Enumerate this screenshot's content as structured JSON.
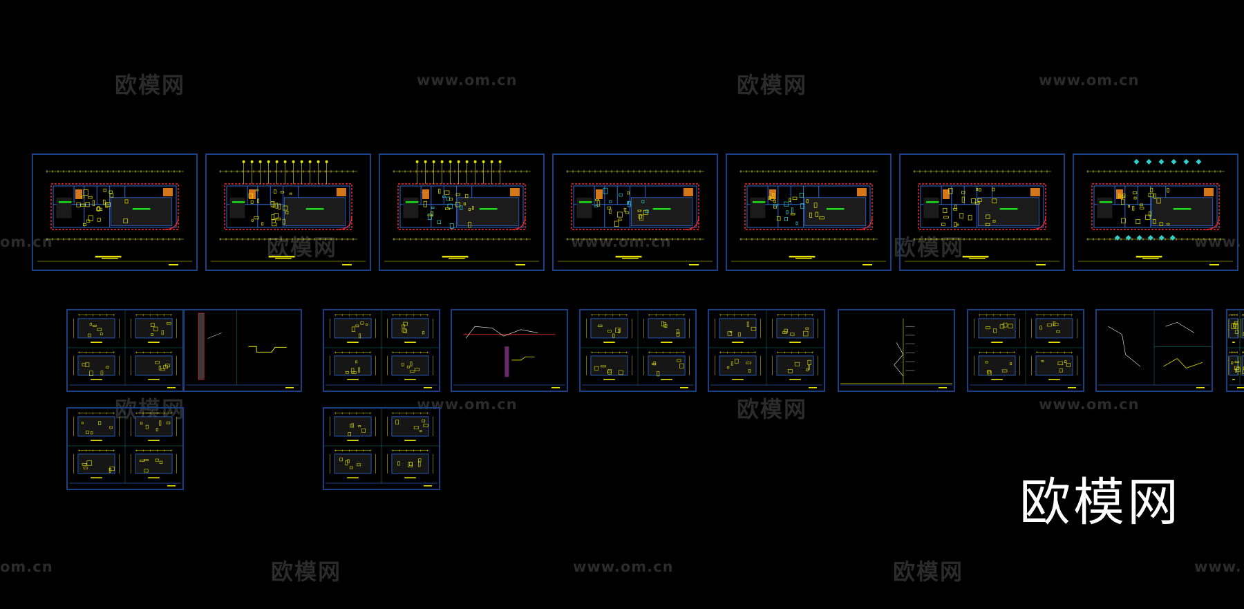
{
  "watermark": {
    "brand_cn": "欧模网",
    "url": "www.om.cn",
    "url_partial": "om.cn",
    "url_partial_right": "www."
  },
  "brand_logo": "欧模网",
  "colors": {
    "background": "#000000",
    "frame": "#1d3f86",
    "cad_blue": "#2f6bd9",
    "cad_yellow": "#e8e600",
    "cad_red": "#ff2a2a",
    "cad_green": "#19e019",
    "cad_orange": "#d4761a",
    "cad_cyan": "#2fd0d0",
    "watermark": "#2b2b2b",
    "brand": "#ffffff"
  },
  "sheets": {
    "floor_plans": 7,
    "elevation_sheets": 12
  }
}
